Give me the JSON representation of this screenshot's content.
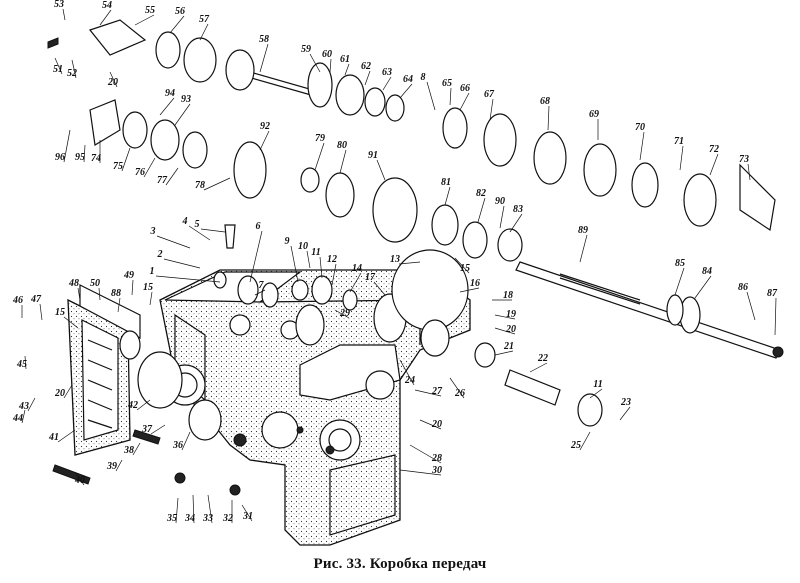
{
  "caption": "Рис. 33. Коробка передач",
  "callouts": [
    "1",
    "2",
    "3",
    "4",
    "5",
    "6",
    "7",
    "8",
    "9",
    "10",
    "11",
    "12",
    "13",
    "14",
    "15",
    "16",
    "17",
    "18",
    "19",
    "20",
    "21",
    "22",
    "23",
    "24",
    "25",
    "26",
    "27",
    "28",
    "29",
    "30",
    "31",
    "32",
    "33",
    "34",
    "35",
    "36",
    "37",
    "38",
    "39",
    "40",
    "41",
    "42",
    "43",
    "44",
    "45",
    "46",
    "47",
    "48",
    "49",
    "50",
    "51",
    "52",
    "53",
    "54",
    "55",
    "56",
    "57",
    "58",
    "59",
    "60",
    "61",
    "62",
    "63",
    "64",
    "65",
    "66",
    "67",
    "68",
    "69",
    "70",
    "71",
    "72",
    "73",
    "74",
    "75",
    "76",
    "77",
    "78",
    "79",
    "80",
    "81",
    "82",
    "83",
    "84",
    "85",
    "86",
    "87",
    "88",
    "89",
    "90",
    "91",
    "92",
    "93",
    "94",
    "95",
    "96"
  ]
}
